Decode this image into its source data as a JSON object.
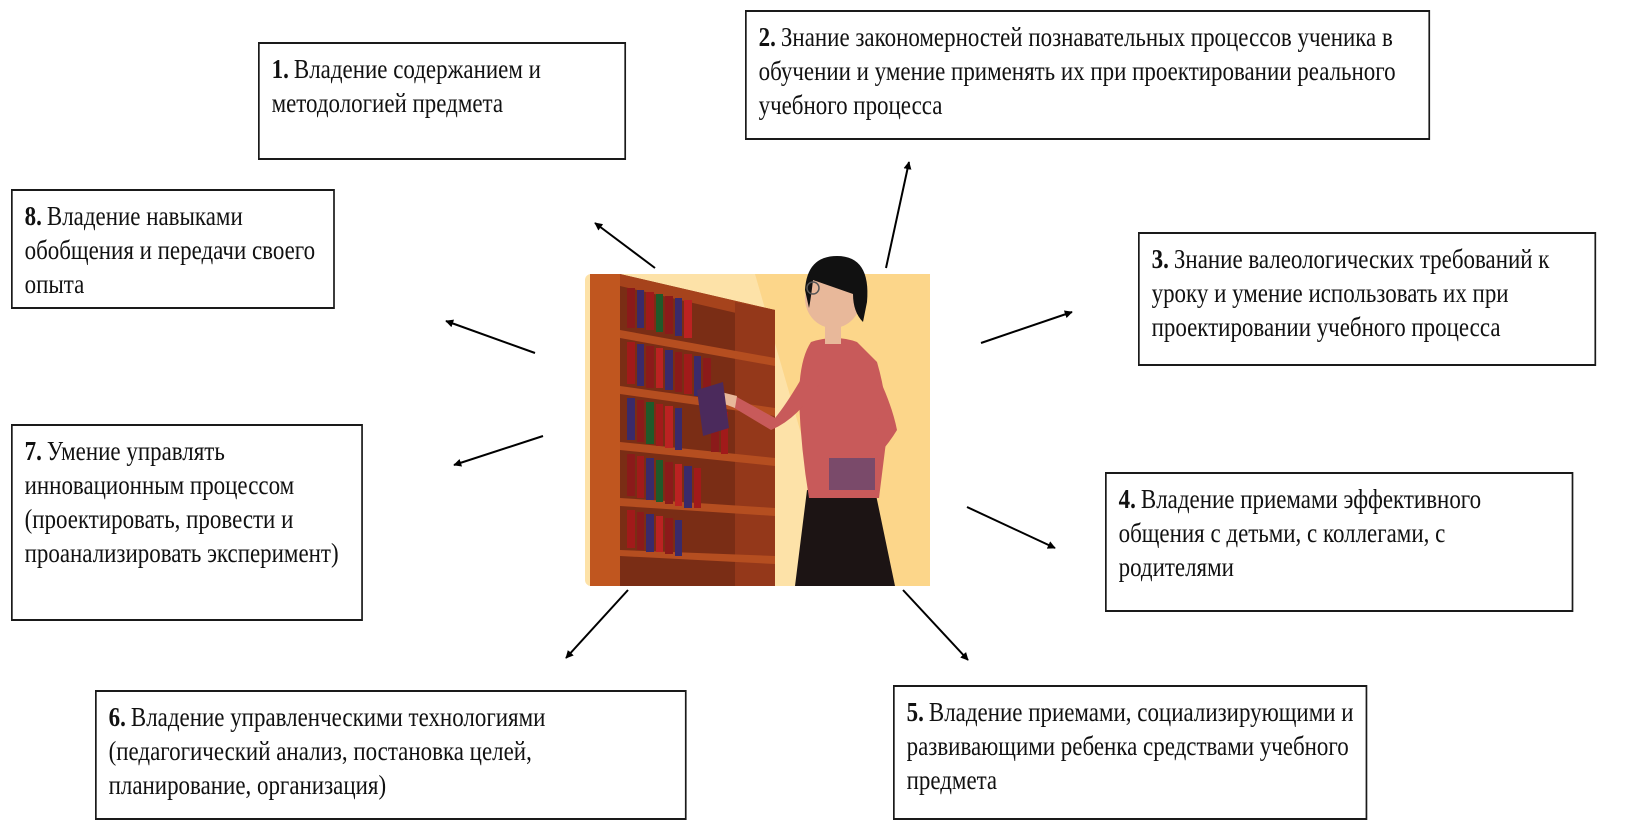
{
  "blocks": [
    {
      "num": "1.",
      "text": "Владение содержанием и методологией предмета"
    },
    {
      "num": "2.",
      "text": "Знание закономерностей познавательных процессов ученика в обучении и умение применять их при проектировании реального учебного процесса"
    },
    {
      "num": "3.",
      "text": "Знание валеологических требований к уроку и умение использовать их при проектировании учебного процесса"
    },
    {
      "num": "4.",
      "text": "Владение приемами эффективного общения с детьми, с коллегами, с родителями"
    },
    {
      "num": "5.",
      "text": "Владение приемами, социализирующими и развивающими ребенка средствами учебного предмета"
    },
    {
      "num": "6.",
      "text": "Владение управленческими технологиями (педагогический анализ, постановка целей, планирование, организация)"
    },
    {
      "num": "7.",
      "text": "Умение управлять инновационным процессом (проектировать, провести и проанализировать эксперимент)"
    },
    {
      "num": "8.",
      "text": "Владение навыками обобщения и передачи своего опыта"
    }
  ],
  "colors": {
    "border": "#1a1a1a",
    "text": "#111111",
    "shelf_wood": "#8b3a1e",
    "wall": "#fde2a8",
    "blouse": "#c85a5a",
    "skirt": "#1c1414",
    "hair": "#111111"
  }
}
